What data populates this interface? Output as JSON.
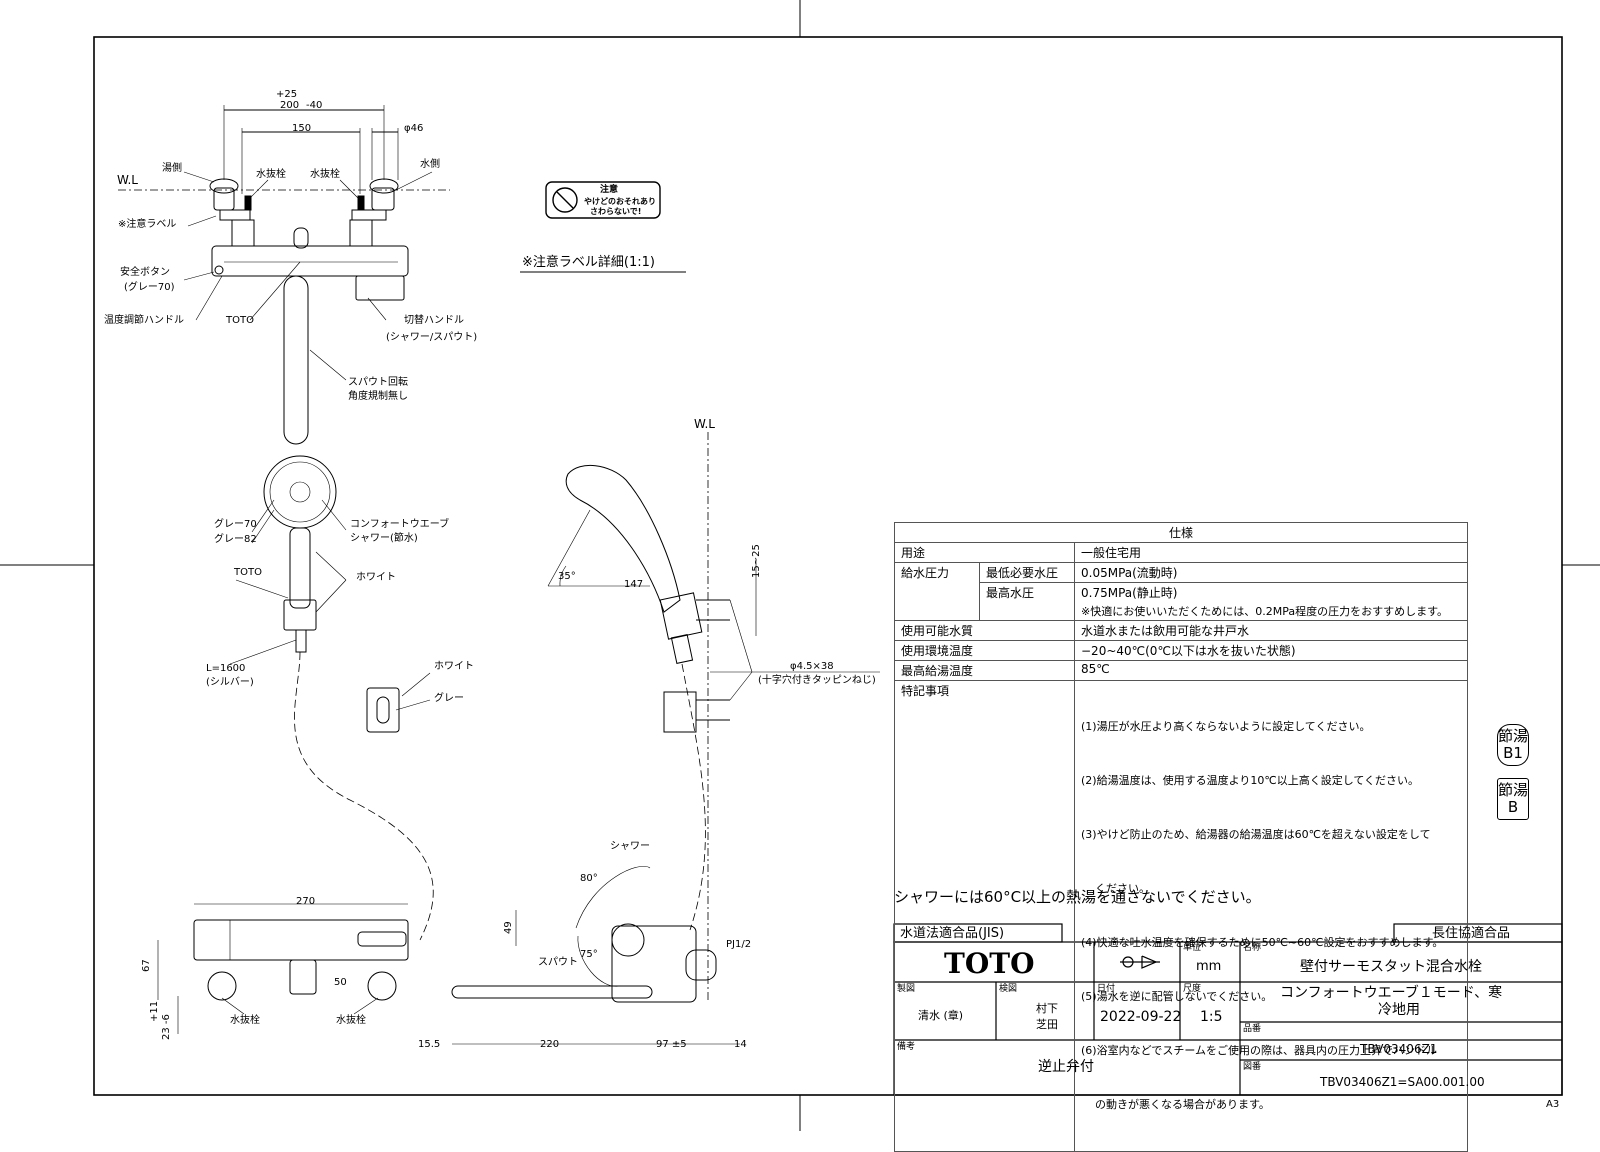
{
  "drawing": {
    "paper_size": "A3",
    "water_level_label": "W.L",
    "top_view": {
      "dims": {
        "pitch": "200",
        "pitch_tol_plus": "+25",
        "pitch_tol_minus": "-40",
        "width150": "150",
        "diameter": "φ46"
      },
      "labels": {
        "hot_side": "湯側",
        "drain_left": "水抜栓",
        "drain_right": "水抜栓",
        "cold_side": "水側",
        "caution_label": "※注意ラベル",
        "safety_button": "安全ボタン",
        "safety_button_color": "(グレー70)",
        "temp_handle": "温度調節ハンドル",
        "toto": "TOTO",
        "switch_handle": "切替ハンドル",
        "switch_handle_sub": "(シャワー/スパウト)",
        "spout_rotation": "スパウト回転",
        "spout_rotation_sub": "角度規制無し"
      }
    },
    "caution": {
      "title": "注意",
      "line1": "やけどのおそれあり",
      "line2": "さわらないで!",
      "detail_caption": "※注意ラベル詳細(1:1)"
    },
    "shower": {
      "gray70": "グレー70",
      "gray82": "グレー82",
      "name1": "コンフォートウエーブ",
      "name2": "シャワー(節水)",
      "toto": "TOTO",
      "white": "ホワイト",
      "hose_length": "L=1600",
      "hose_color": "(シルバー)"
    },
    "holder": {
      "white": "ホワイト",
      "gray": "グレー"
    },
    "side_view": {
      "wl": "W.L",
      "angle": "35°",
      "reach": "147",
      "offset": "15~25",
      "screw": "φ4.5×38",
      "screw_sub": "(十字穴付きタッピンねじ)"
    },
    "front_view": {
      "width": "270",
      "height67": "67",
      "tol_plus": "+11",
      "tol_minus": "23 -6",
      "angle50": "50",
      "drain_left": "水抜栓",
      "drain_right": "水抜栓"
    },
    "spout_view": {
      "shower": "シャワー",
      "spout": "スパウト",
      "angle80": "80°",
      "angle75": "75°",
      "h49": "49",
      "pj": "PJ1/2",
      "d15": "15.5",
      "d220": "220",
      "d97": "97 ±5",
      "d14": "14"
    }
  },
  "spec_table": {
    "title": "仕様",
    "rows": {
      "use_label": "用途",
      "use_value": "一般住宅用",
      "pressure_label": "給水圧力",
      "min_label": "最低必要水圧",
      "min_value": "0.05MPa(流動時)",
      "max_label": "最高水圧",
      "max_value": "0.75MPa(静止時)",
      "pressure_note": "※快適にお使いいただくためには、0.2MPa程度の圧力をおすすめします。",
      "water_label": "使用可能水質",
      "water_value": "水道水または飲用可能な井戸水",
      "env_label": "使用環境温度",
      "env_value": "−20~40℃(0℃以下は水を抜いた状態)",
      "hot_label": "最高給湯温度",
      "hot_value": "85℃",
      "notes_label": "特記事項",
      "notes": [
        "(1)湯圧が水圧より高くならないように設定してください。",
        "(2)給湯温度は、使用する温度より10℃以上高く設定してください。",
        "(3)やけど防止のため、給湯器の給湯温度は60℃を超えない設定をして",
        "    ください。",
        "(4)快適な吐水温度を確保するために50℃~60℃設定をおすすめします。",
        "(5)湯水を逆に配管しないでください。",
        "(6)浴室内などでスチームをご使用の際は、器具内の圧力上昇でハンドル",
        "    の動きが悪くなる場合があります。"
      ]
    }
  },
  "badges": {
    "b1_top": "節湯",
    "b1_bottom": "B1",
    "b_top": "節湯",
    "b_bottom": "B"
  },
  "warning": "シャワーには60°C以上の熱湯を通さないでください。",
  "title_block": {
    "jis": "水道法適合品(JIS)",
    "choju": "長住協適合品",
    "logo": "TOTO",
    "unit_label": "単位",
    "unit": "mm",
    "name_label": "名称",
    "name1": "壁付サーモスタット混合水栓",
    "name2": "コンフォートウエーブ１モード、寒",
    "name3": "冷地用",
    "drawn_label": "製図",
    "drawn": "清水 (章)",
    "checked_label": "検図",
    "checked1": "村下",
    "checked2": "芝田",
    "date_label": "日付",
    "date": "2022-09-22",
    "scale_label": "尺度",
    "scale": "1:5",
    "part_label": "品番",
    "part": "TBV03406Z1",
    "remark_label": "備考",
    "remark": "逆止弁付",
    "dwg_label": "図番",
    "dwg": "TBV03406Z1=SA00.001.00"
  }
}
